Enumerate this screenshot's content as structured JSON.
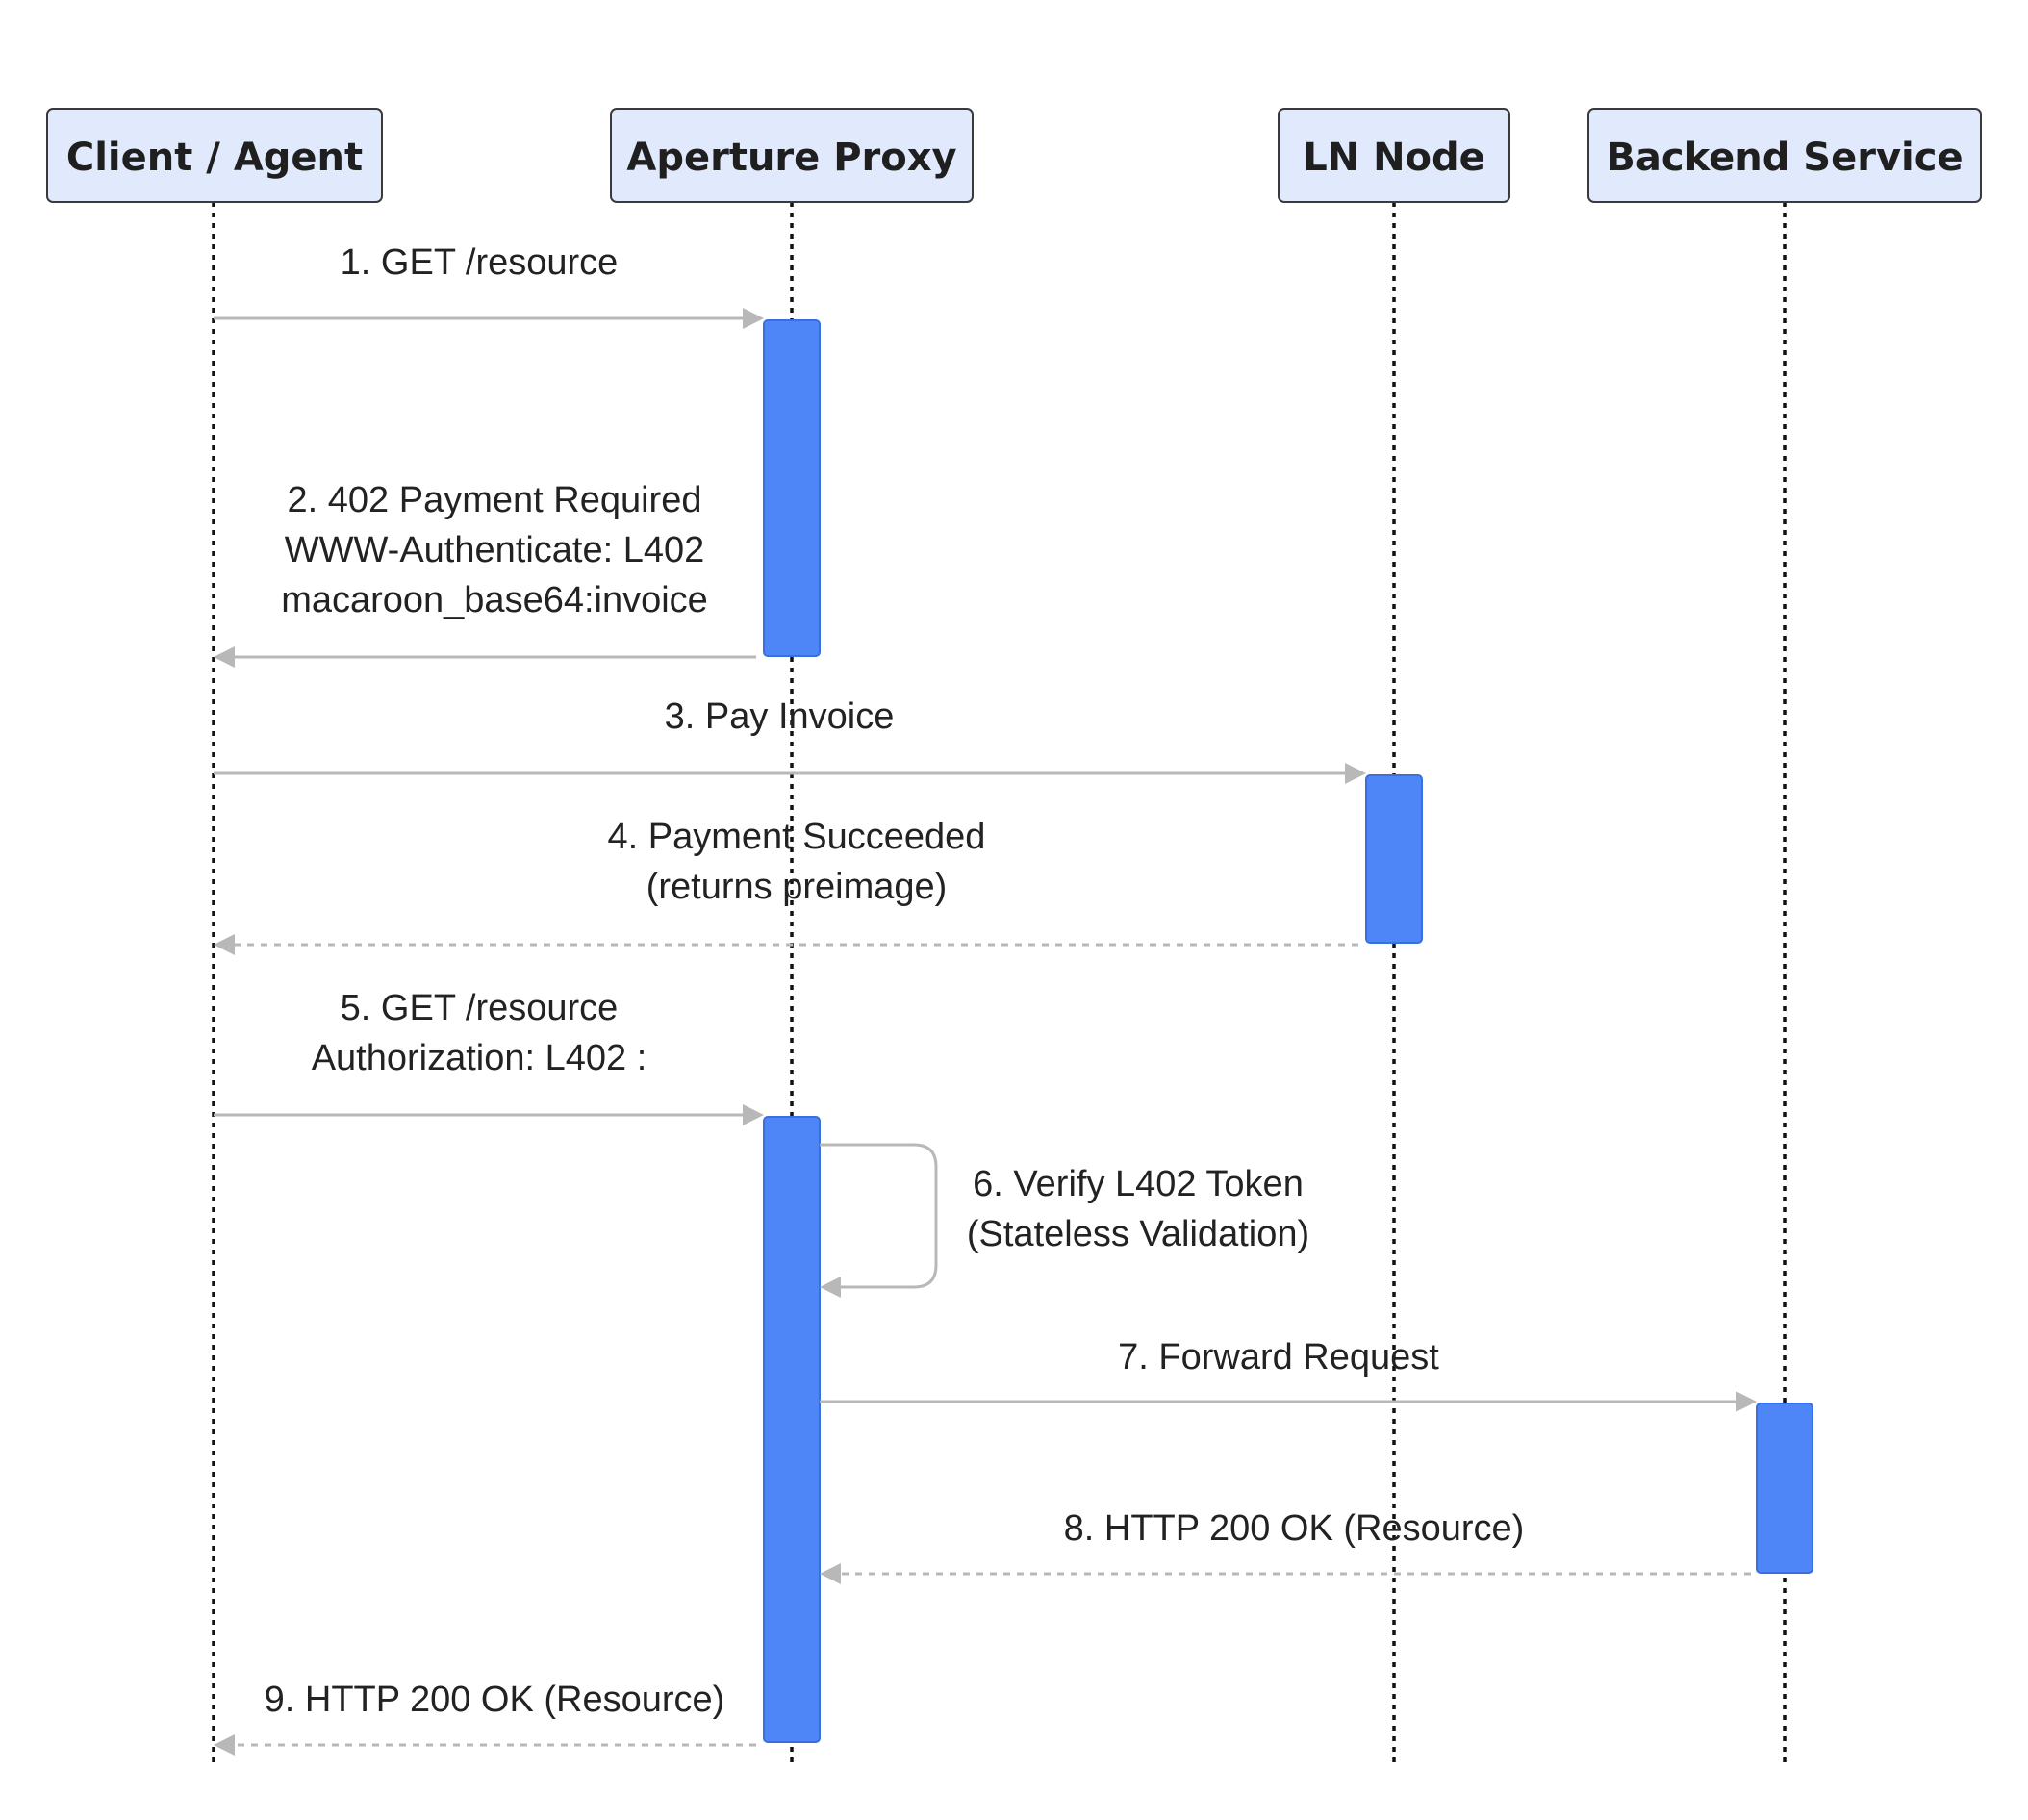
{
  "actors": [
    {
      "id": "client",
      "label": "Client / Agent"
    },
    {
      "id": "proxy",
      "label": "Aperture Proxy"
    },
    {
      "id": "ln",
      "label": "LN Node"
    },
    {
      "id": "backend",
      "label": "Backend Service"
    }
  ],
  "messages": [
    {
      "lines": [
        "1. GET /resource"
      ],
      "from": "client",
      "to": "proxy",
      "style": "solid"
    },
    {
      "lines": [
        "2. 402 Payment Required",
        "WWW-Authenticate: L402",
        "macaroon_base64:invoice"
      ],
      "from": "proxy",
      "to": "client",
      "style": "solid"
    },
    {
      "lines": [
        "3. Pay Invoice"
      ],
      "from": "client",
      "to": "ln",
      "style": "solid"
    },
    {
      "lines": [
        "4. Payment Succeeded",
        "(returns preimage)"
      ],
      "from": "ln",
      "to": "client",
      "style": "dashed"
    },
    {
      "lines": [
        "5. GET /resource",
        "Authorization: L402 :"
      ],
      "from": "client",
      "to": "proxy",
      "style": "solid"
    },
    {
      "lines": [
        "6. Verify L402 Token",
        "(Stateless Validation)"
      ],
      "from": "proxy",
      "to": "proxy",
      "style": "solid"
    },
    {
      "lines": [
        "7. Forward Request"
      ],
      "from": "proxy",
      "to": "backend",
      "style": "solid"
    },
    {
      "lines": [
        "8. HTTP 200 OK (Resource)"
      ],
      "from": "backend",
      "to": "proxy",
      "style": "dashed"
    },
    {
      "lines": [
        "9. HTTP 200 OK (Resource)"
      ],
      "from": "proxy",
      "to": "client",
      "style": "dashed"
    }
  ],
  "colors": {
    "actor_fill": "#e1e9fc",
    "activation": "#4f86f7",
    "message_line": "#b8b8b8"
  }
}
